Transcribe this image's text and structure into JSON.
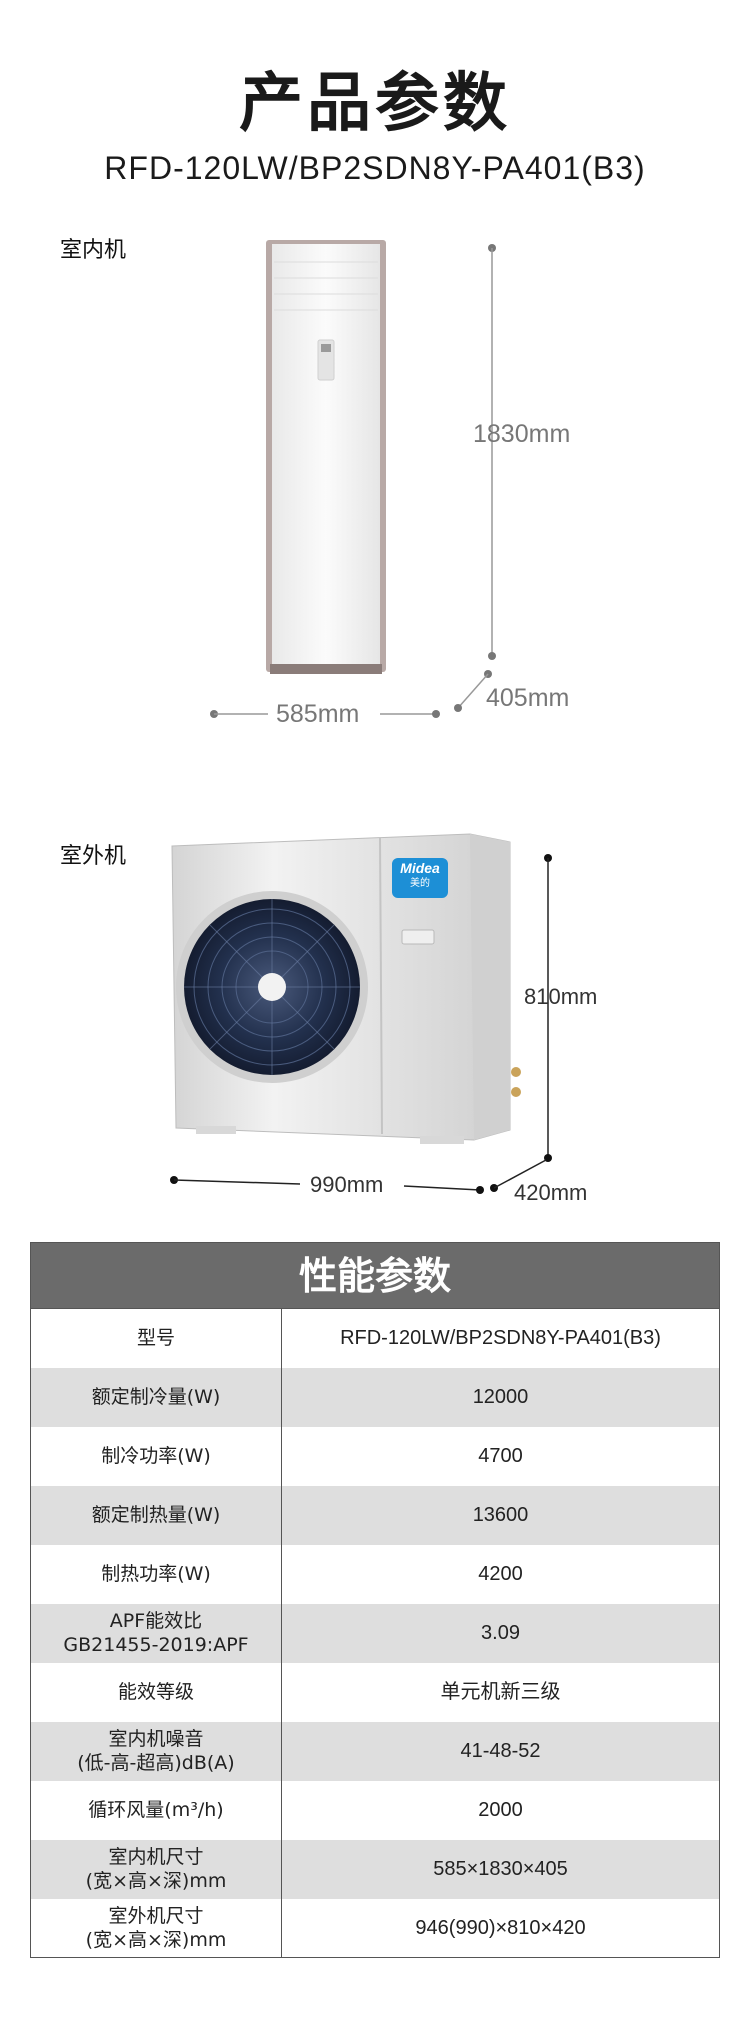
{
  "header": {
    "title": "产品参数",
    "model": "RFD-120LW/BP2SDN8Y-PA401(B3)"
  },
  "indoor": {
    "label": "室内机",
    "height": "1830mm",
    "width": "585mm",
    "depth": "405mm"
  },
  "outdoor": {
    "label": "室外机",
    "brand": "Midea",
    "brand_cn": "美的",
    "height": "810mm",
    "width": "990mm",
    "depth": "420mm"
  },
  "table": {
    "title": "性能参数",
    "rows": [
      {
        "label": "型号",
        "value": "RFD-120LW/BP2SDN8Y-PA401(B3)"
      },
      {
        "label": "额定制冷量(W)",
        "value": "12000"
      },
      {
        "label": "制冷功率(W)",
        "value": "4700"
      },
      {
        "label": "额定制热量(W)",
        "value": "13600"
      },
      {
        "label": "制热功率(W)",
        "value": "4200"
      },
      {
        "label": "APF能效比\nGB21455-2019:APF",
        "value": "3.09"
      },
      {
        "label": "能效等级",
        "value": "单元机新三级"
      },
      {
        "label": "室内机噪音\n(低-高-超高)dB(A)",
        "value": "41-48-52"
      },
      {
        "label": "循环风量(m³/h)",
        "value": "2000"
      },
      {
        "label": "室内机尺寸\n(宽×高×深)mm",
        "value": "585×1830×405"
      },
      {
        "label": "室外机尺寸\n(宽×高×深)mm",
        "value": "946(990)×810×420"
      }
    ]
  },
  "colors": {
    "table_header": "#6b6b6b",
    "row_shaded": "#dedede",
    "brand_blue": "#1d8fd6"
  }
}
